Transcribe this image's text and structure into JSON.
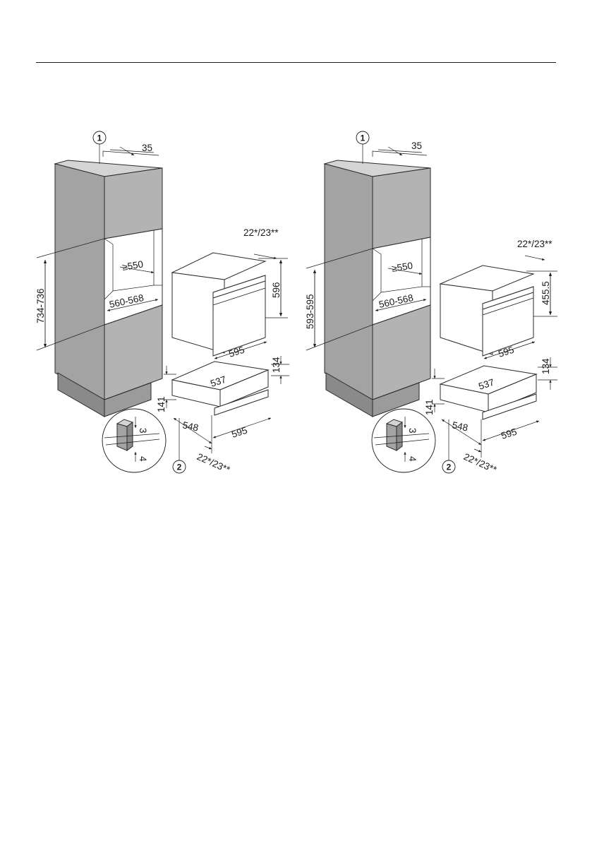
{
  "diagrams": [
    {
      "callout_cabinet": "1",
      "callout_drawer": "2",
      "dim_top_depth": "35",
      "dim_niche_height": "734-736",
      "dim_niche_depth": "≥550",
      "dim_niche_width": "560-568",
      "dim_recess": "22*/23**",
      "dim_oven_height": "596",
      "dim_oven_width": "595",
      "dim_drawer_depth": "537",
      "dim_drawer_height_right": "134",
      "dim_drawer_height_left": "141",
      "dim_drawer_overall_depth": "548",
      "dim_drawer_width": "595",
      "dim_drawer_recess": "22*/23**",
      "dim_detail_gap": "3",
      "dim_detail_offset": "4"
    },
    {
      "callout_cabinet": "1",
      "callout_drawer": "2",
      "dim_top_depth": "35",
      "dim_niche_height": "593-595",
      "dim_niche_depth": "≥550",
      "dim_niche_width": "560-568",
      "dim_recess": "22*/23**",
      "dim_oven_height": "455.5",
      "dim_oven_width": "595",
      "dim_drawer_depth": "537",
      "dim_drawer_height_right": "134",
      "dim_drawer_height_left": "141",
      "dim_drawer_overall_depth": "548",
      "dim_drawer_width": "595",
      "dim_drawer_recess": "22*/23**",
      "dim_detail_gap": "3",
      "dim_detail_offset": "4"
    }
  ],
  "colors": {
    "cabinet_side": "#a3a3a3",
    "cabinet_front": "#b3b3b3",
    "cabinet_top": "#d4d4d4",
    "plinth": "#8a8a8a",
    "niche_interior": "#ffffff",
    "line": "#1a1a1a"
  }
}
